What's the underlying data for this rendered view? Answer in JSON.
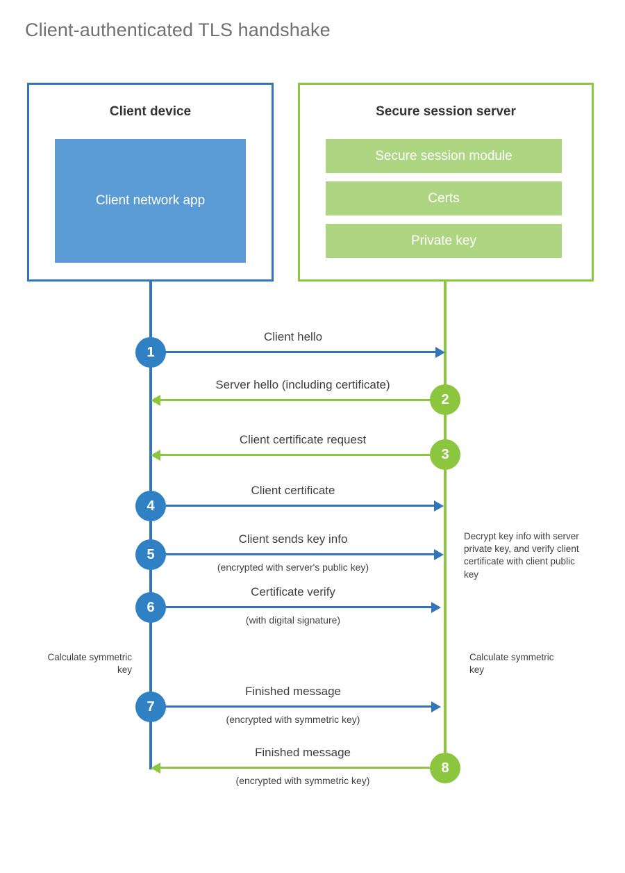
{
  "title": "Client-authenticated TLS handshake",
  "actors": {
    "client": {
      "title": "Client device",
      "app_label": "Client network app"
    },
    "server": {
      "title": "Secure session server",
      "modules": [
        "Secure session module",
        "Certs",
        "Private key"
      ]
    }
  },
  "steps": [
    {
      "number": "1",
      "label": "Client hello",
      "sublabel": "",
      "direction": "client-to-server",
      "color": "blue"
    },
    {
      "number": "2",
      "label": "Server hello (including certificate)",
      "sublabel": "",
      "direction": "server-to-client",
      "color": "green"
    },
    {
      "number": "3",
      "label": "Client certificate request",
      "sublabel": "",
      "direction": "server-to-client",
      "color": "green"
    },
    {
      "number": "4",
      "label": "Client certificate",
      "sublabel": "",
      "direction": "client-to-server",
      "color": "blue"
    },
    {
      "number": "5",
      "label": "Client sends key info",
      "sublabel": "(encrypted with server's public key)",
      "direction": "client-to-server",
      "color": "blue"
    },
    {
      "number": "6",
      "label": "Certificate verify",
      "sublabel": "(with digital signature)",
      "direction": "client-to-server",
      "color": "blue"
    },
    {
      "number": "7",
      "label": "Finished message",
      "sublabel": "(encrypted with symmetric key)",
      "direction": "client-to-server",
      "color": "blue"
    },
    {
      "number": "8",
      "label": "Finished message",
      "sublabel": "(encrypted with symmetric key)",
      "direction": "server-to-client",
      "color": "green"
    }
  ],
  "notes": {
    "server_decrypt": "Decrypt key info with server private key, and verify client certificate with client public key",
    "client_calculate": "Calculate symmetric key",
    "server_calculate": "Calculate symmetric key"
  },
  "colors": {
    "blue_border": "#3275b8",
    "blue_fill": "#5b9bd5",
    "blue_circle": "#3081c4",
    "green_border": "#8cc63f",
    "green_fill": "#aed581",
    "green_circle": "#8cc63f",
    "title_text": "#6f7073",
    "body_text": "#3f3f3f"
  }
}
